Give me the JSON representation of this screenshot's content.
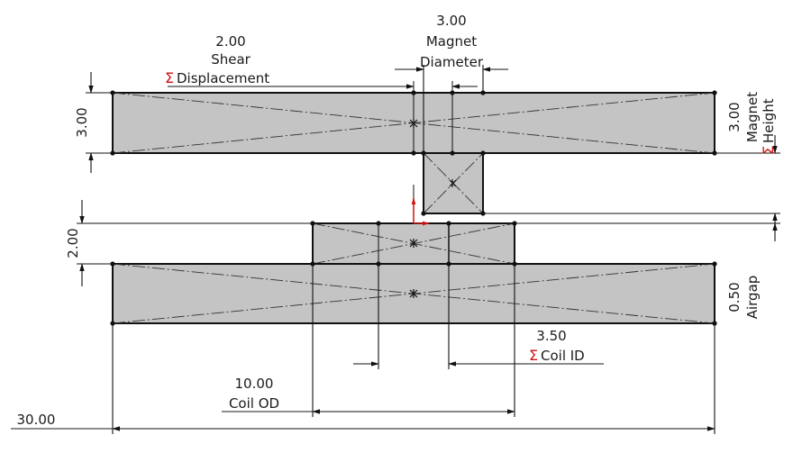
{
  "colors": {
    "body_fill": "#c4c4c4",
    "outline": "#111111",
    "relation_symbol": "#d01010",
    "origin_axis": "#d01010"
  },
  "relation_symbol": "Σ",
  "dimensions": {
    "shear": {
      "value": "2.00",
      "line1": "Shear",
      "line2": "Displacement"
    },
    "magnet_diameter": {
      "value": "3.00",
      "line1": "Magnet",
      "line2": "Diameter"
    },
    "plate_thickness_top": {
      "value": "3.00"
    },
    "magnet_height": {
      "value": "3.00",
      "line1": "Magnet",
      "line2": "Height"
    },
    "coil_height": {
      "value": "2.00"
    },
    "airgap": {
      "value": "0.50",
      "line1": "Airgap"
    },
    "coil_id": {
      "value": "3.50",
      "line1": "Coil ID"
    },
    "coil_od": {
      "value": "10.00",
      "line1": "Coil OD"
    },
    "overall_width": {
      "value": "30.00"
    }
  }
}
